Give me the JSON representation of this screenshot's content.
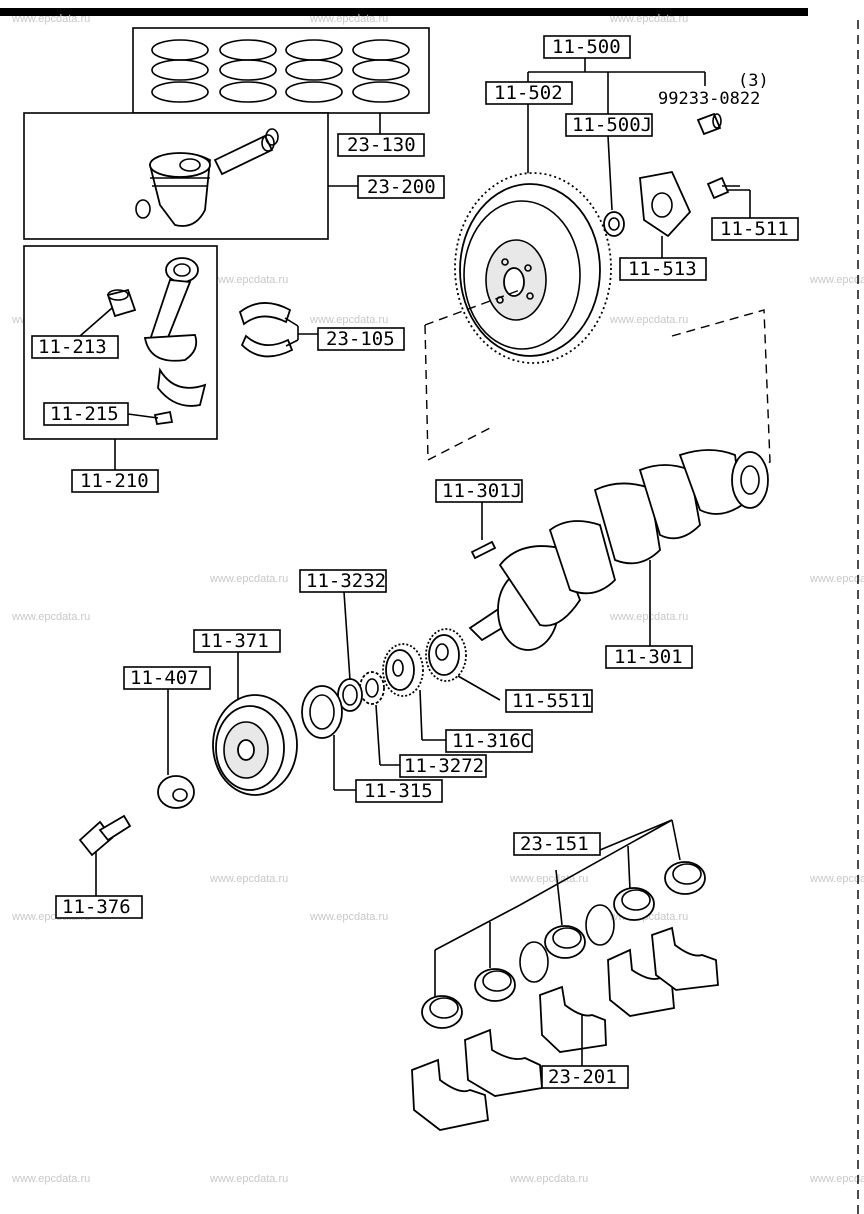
{
  "labels": {
    "l_11_500": "11-500",
    "l_11_502": "11-502",
    "l_99233": "99233-0822",
    "l_qty3": "(3)",
    "l_11_500j": "11-500J",
    "l_23_130": "23-130",
    "l_23_200": "23-200",
    "l_11_511": "11-511",
    "l_11_513": "11-513",
    "l_11_213": "11-213",
    "l_23_105": "23-105",
    "l_11_215": "11-215",
    "l_11_210": "11-210",
    "l_11_301j": "11-301J",
    "l_11_3232": "11-3232",
    "l_11_371": "11-371",
    "l_11_407": "11-407",
    "l_11_301": "11-301",
    "l_11_5511": "11-5511",
    "l_11_316c": "11-316C",
    "l_11_3272": "11-3272",
    "l_11_315": "11-315",
    "l_11_376": "11-376",
    "l_23_151": "23-151",
    "l_23_201": "23-201"
  },
  "watermark": "www.epcdata.ru"
}
